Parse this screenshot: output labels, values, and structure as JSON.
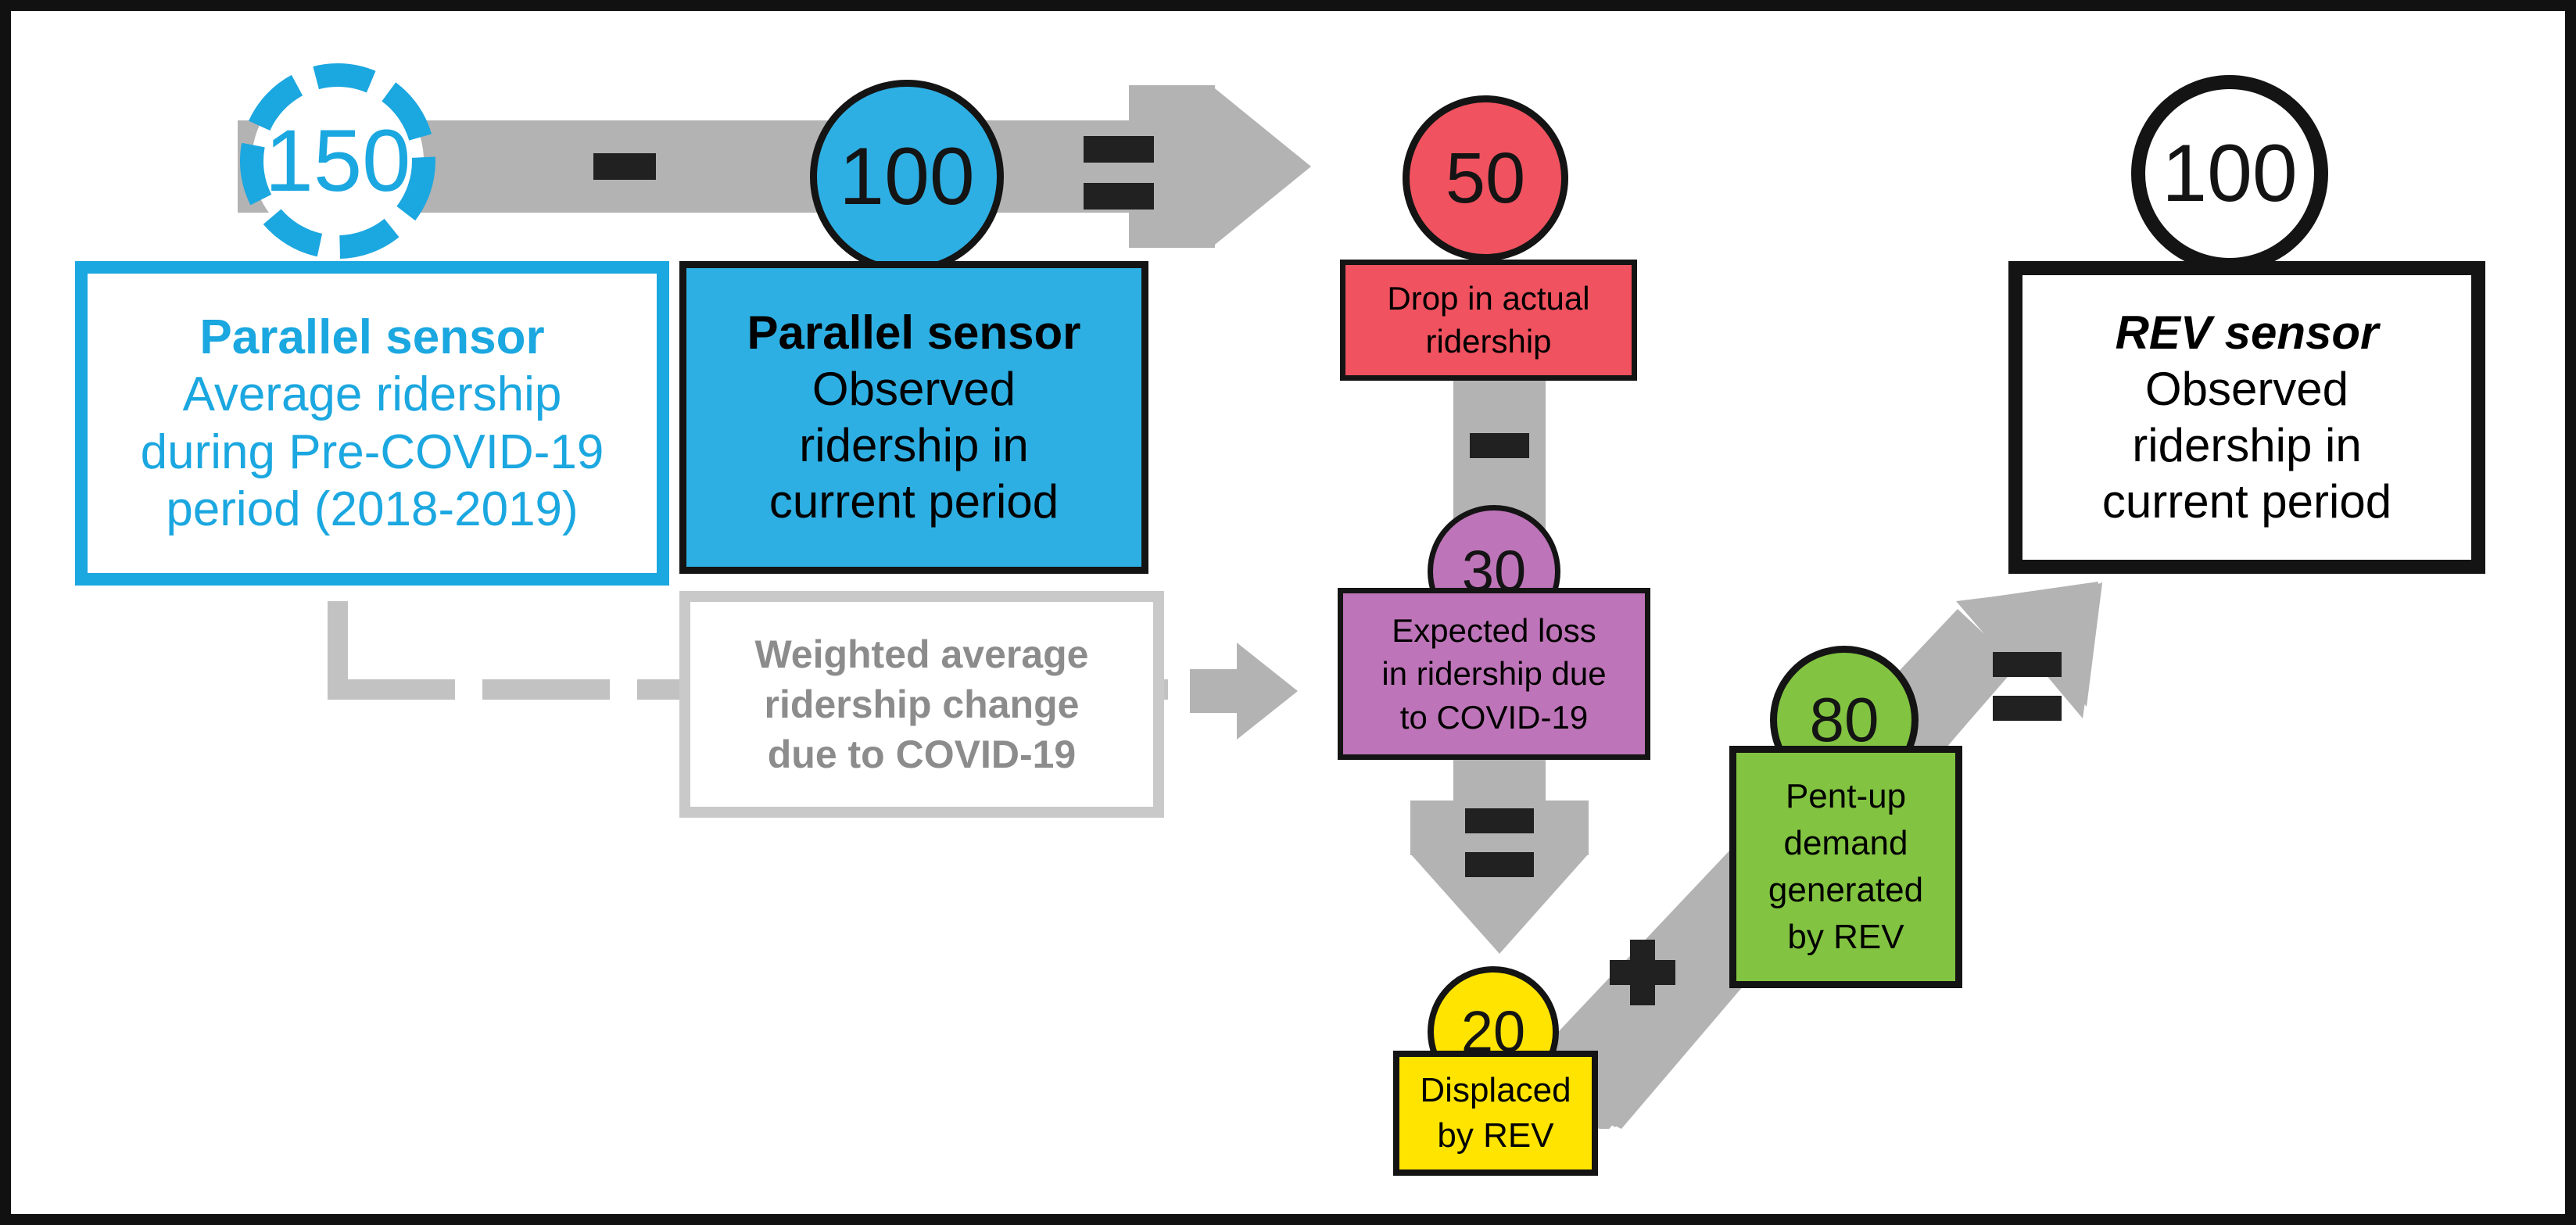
{
  "diagram": {
    "title": "REV ridership decomposition flow",
    "colors": {
      "blue": "#1BA7E0",
      "blue_fill": "#2EAFE3",
      "red": "#F0525F",
      "purple": "#BE74B8",
      "yellow": "#FFE400",
      "green": "#82C341",
      "gray_arrow": "#B3B3B3",
      "gray_dashed": "#C2C2C2",
      "gray_text": "#8C8C8C",
      "black": "#141414"
    },
    "nodes": {
      "parallel_pre": {
        "value": "150",
        "lines": [
          "Parallel sensor",
          "Average ridership",
          "during Pre-COVID-19",
          "period (2018-2019)"
        ],
        "style": "dashed-outline-circle",
        "color": "#1BA7E0"
      },
      "parallel_obs": {
        "value": "100",
        "lines": [
          "Parallel sensor",
          "Observed",
          "ridership in",
          "current period"
        ],
        "style": "filled-blue",
        "color": "#2EAFE3"
      },
      "drop_actual": {
        "value": "50",
        "lines": [
          "Drop in actual",
          "ridership"
        ],
        "style": "filled-red",
        "color": "#F0525F"
      },
      "expected_loss": {
        "value": "30",
        "lines": [
          "Expected loss",
          "in ridership due",
          "to COVID-19"
        ],
        "style": "filled-purple",
        "color": "#BE74B8"
      },
      "displaced": {
        "value": "20",
        "lines": [
          "Displaced",
          "by REV"
        ],
        "style": "filled-yellow",
        "color": "#FFE400"
      },
      "pent_up": {
        "value": "80",
        "lines": [
          "Pent-up",
          "demand",
          "generated",
          "by REV"
        ],
        "style": "filled-green",
        "color": "#82C341"
      },
      "rev_sensor": {
        "value": "100",
        "lines": [
          "REV sensor",
          "Observed",
          "ridership in",
          "current period"
        ],
        "style": "white-black-outline",
        "color": "#141414"
      },
      "weighted_average": {
        "lines": [
          "Weighted average",
          "ridership change",
          "due to COVID-19"
        ],
        "style": "gray-outline-dashed-input",
        "color": "#B3B3B3"
      }
    },
    "operators": {
      "minus_top": "−",
      "equals_top": "=",
      "minus_vertical": "−",
      "equals_vertical": "=",
      "plus_diagonal": "+",
      "equals_diagonal": "="
    }
  }
}
